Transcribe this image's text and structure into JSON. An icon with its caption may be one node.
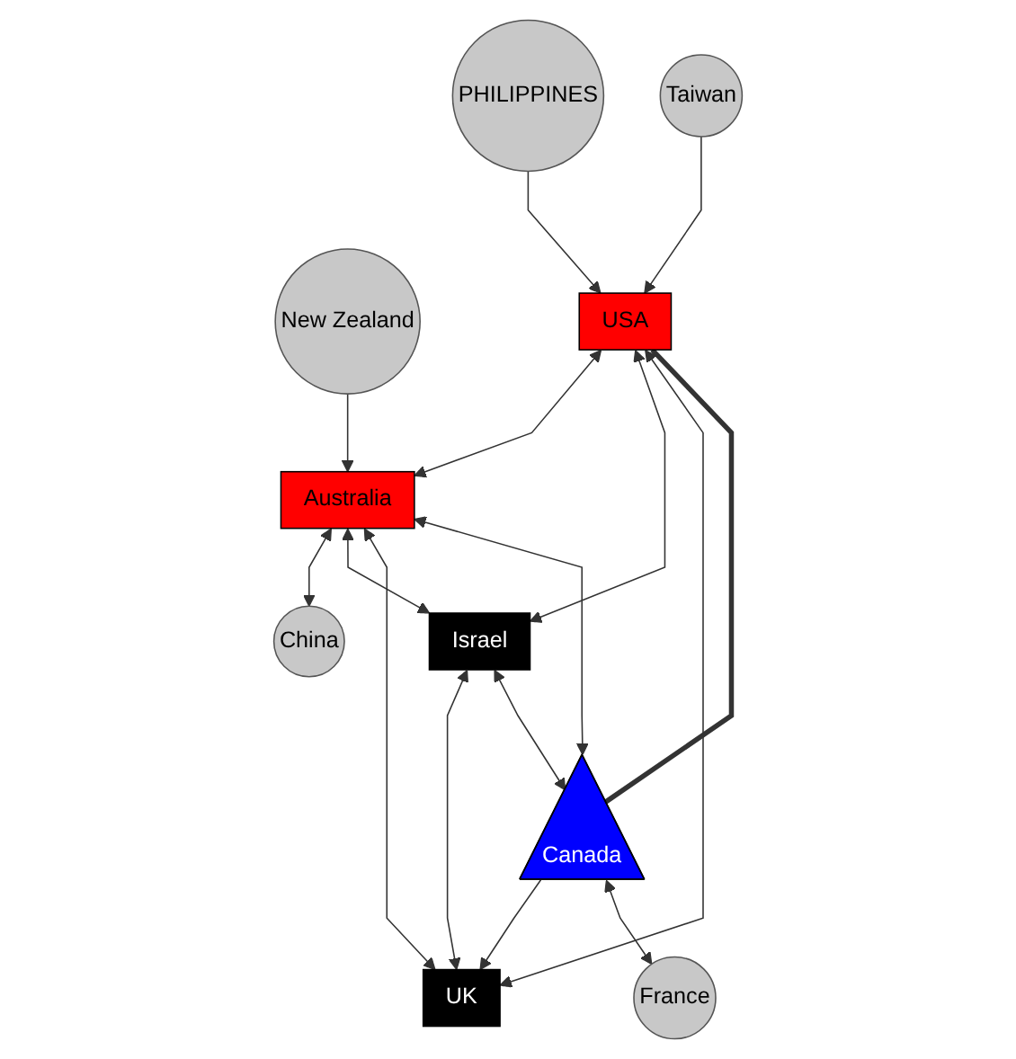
{
  "diagram": {
    "nodes": [
      {
        "text": [
          "China"
        ]
      },
      {
        "text": [
          "New Zealand"
        ]
      },
      {
        "text": [
          "Australia"
        ]
      },
      {
        "text": [
          "Israel"
        ]
      },
      {
        "text": [
          "PHILIPPINES"
        ]
      },
      {
        "text": [
          "USA"
        ]
      },
      {
        "text": [
          "Taiwan"
        ]
      },
      {
        "text": [
          "UK"
        ]
      },
      {
        "text": [
          "Canada"
        ]
      },
      {
        "text": [
          "France"
        ]
      }
    ],
    "edges": [
      {
        "from": 1,
        "to": 2,
        "arrow": "to"
      },
      {
        "from": 2,
        "to": 0,
        "arrow": "both"
      },
      {
        "from": 4,
        "to": 5,
        "arrow": "to"
      },
      {
        "from": 6,
        "to": 5,
        "arrow": "to"
      },
      {
        "from": 5,
        "to": 2,
        "arrow": "both"
      },
      {
        "from": 2,
        "to": 3,
        "arrow": "both"
      },
      {
        "from": 8,
        "to": 2,
        "arrow": "both"
      },
      {
        "from": 2,
        "to": 7,
        "arrow": "both"
      },
      {
        "from": 5,
        "to": 3,
        "arrow": "both"
      },
      {
        "from": 5,
        "to": 7,
        "arrow": "both"
      },
      {
        "from": 3,
        "to": 7,
        "arrow": "both"
      },
      {
        "from": 3,
        "to": 8,
        "arrow": "both"
      },
      {
        "from": 8,
        "to": 7,
        "arrow": "to"
      },
      {
        "from": 5,
        "to": 8,
        "arrow": "none",
        "style": "thick"
      },
      {
        "from": 8,
        "to": 9,
        "arrow": "both"
      }
    ]
  }
}
